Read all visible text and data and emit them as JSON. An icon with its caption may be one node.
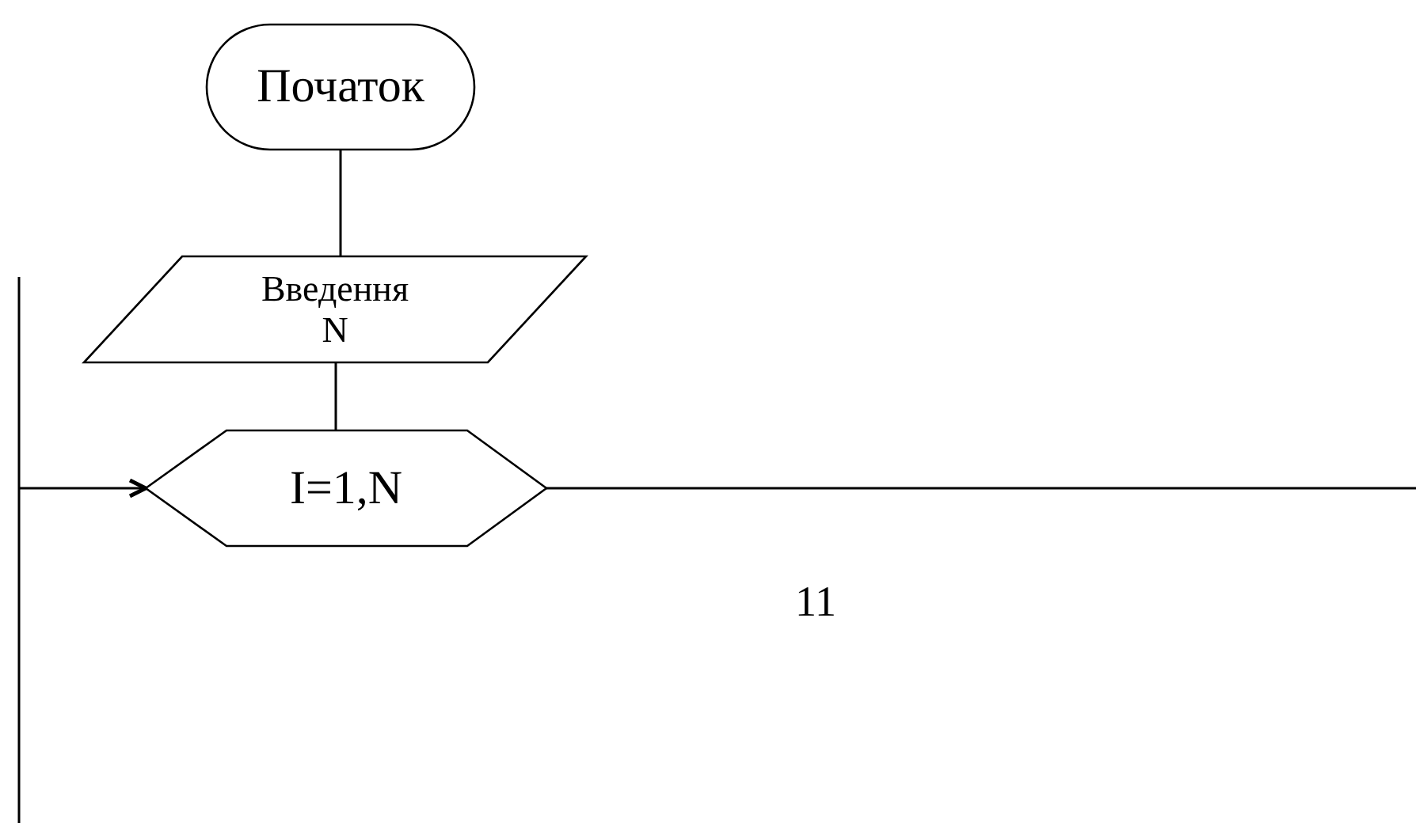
{
  "diagram": {
    "nodes": [
      {
        "text": [
          "Початок"
        ]
      },
      {
        "text": [
          "Введення N"
        ]
      },
      {
        "text": [
          "I=1,N"
        ]
      }
    ],
    "edges": [
      {
        "from": 0,
        "to": 1,
        "arrow": "none"
      },
      {
        "from": 1,
        "to": 2,
        "arrow": "none"
      },
      {
        "from": null,
        "to": 2,
        "arrow": "to"
      },
      {
        "from": 2,
        "to": null,
        "arrow": "none"
      }
    ],
    "labels": [
      "11"
    ]
  }
}
